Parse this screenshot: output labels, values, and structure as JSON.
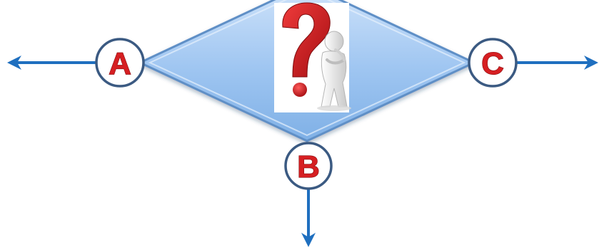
{
  "decision": {
    "icon": "question-mark-thinking-figure",
    "colors": {
      "diamond_fill": "#9ec5f1",
      "diamond_edge": "#5f8fc6",
      "arrow": "#1f6fbf",
      "node_ring": "#3b5a82",
      "label": "#d61f22",
      "question_mark": "#d0191d",
      "figure": "#e6e6e6"
    }
  },
  "nodes": [
    {
      "id": "a",
      "label": "A",
      "direction": "left"
    },
    {
      "id": "b",
      "label": "B",
      "direction": "down"
    },
    {
      "id": "c",
      "label": "C",
      "direction": "right"
    }
  ]
}
